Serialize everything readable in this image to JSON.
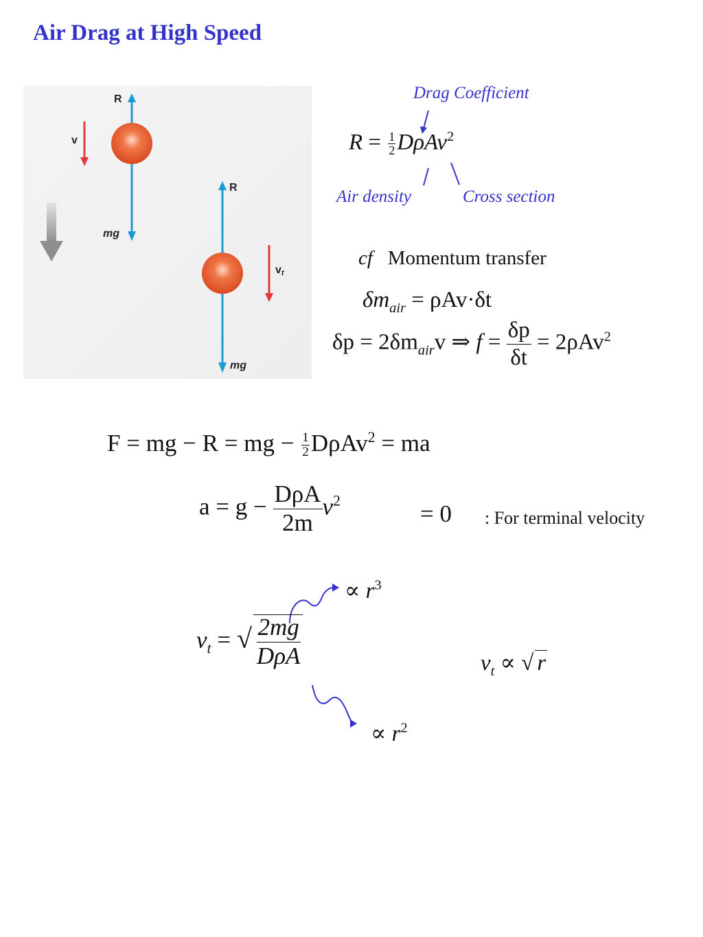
{
  "title": "Air Drag at High Speed",
  "figure": {
    "label_R": "R",
    "label_v": "v",
    "label_mg": "mg",
    "label_vt": "v",
    "label_vt_sub": "t"
  },
  "drag": {
    "annot_drag_coefficient": "Drag Coefficient",
    "annot_air_density": "Air density",
    "annot_cross_section": "Cross section",
    "lhs": "R",
    "half_num": "1",
    "half_den": "2",
    "rhs": "DρAv",
    "exp": "2"
  },
  "momentum": {
    "cf": "cf",
    "label": "Momentum transfer",
    "eq1_lhs": "δm",
    "eq1_sub": "air",
    "eq1_rhs": " = ρAv·δt",
    "eq2_a": "δp = 2δm",
    "eq2_sub": "air",
    "eq2_b": "v ⇒ ",
    "eq2_f": "f",
    "eq2_eq": " = ",
    "eq2_num": "δp",
    "eq2_den": "δt",
    "eq2_c": " = 2ρAv",
    "eq2_exp": "2"
  },
  "newton": {
    "left": "F = mg − R = mg − ",
    "half_num": "1",
    "half_den": "2",
    "right_a": "DρAv",
    "exp": "2",
    "right_b": " = ma"
  },
  "accel": {
    "left": "a = g − ",
    "num": "DρA",
    "den": "2m",
    "v": "v",
    "exp": "2",
    "zero": "= 0",
    "note": ": For terminal velocity"
  },
  "terminal": {
    "lhs": "v",
    "lhs_sub": "t",
    "eq": " = ",
    "num": "2mg",
    "den": "DρA",
    "prop_r3": "∝ r",
    "prop_r3_exp": "3",
    "prop_r2": "∝ r",
    "prop_r2_exp": "2",
    "result_v": "v",
    "result_sub": "t",
    "result_prop": " ∝ ",
    "result_r": "r"
  },
  "colors": {
    "title": "#3333cc",
    "annotation": "#3333cc",
    "force_arrow": "#1b9ad6",
    "velocity_arrow": "#e03a3e",
    "ball": "#e2512a"
  }
}
